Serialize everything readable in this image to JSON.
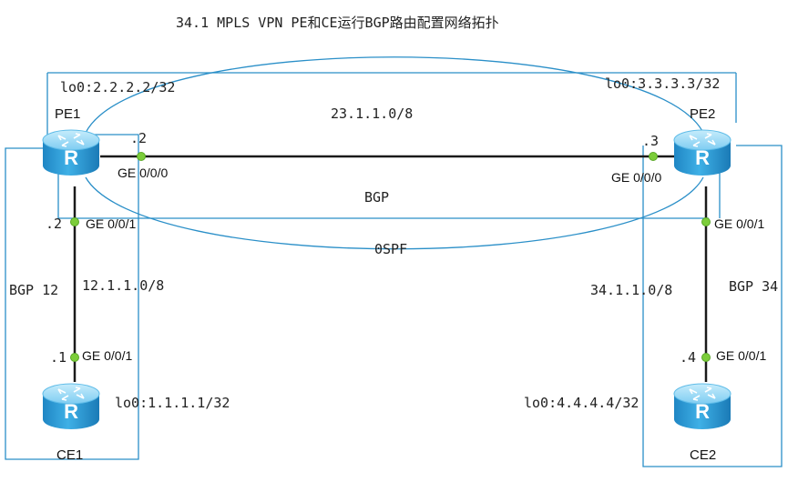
{
  "title": "34.1 MPLS VPN  PE和CE运行BGP路由配置网络拓扑",
  "devices": {
    "pe1": {
      "name": "PE1",
      "loopback": "lo0:2.2.2.2/32"
    },
    "pe2": {
      "name": "PE2",
      "loopback": "lo0:3.3.3.3/32"
    },
    "ce1": {
      "name": "CE1",
      "loopback": "lo0:1.1.1.1/32"
    },
    "ce2": {
      "name": "CE2",
      "loopback": "lo0:4.4.4.4/32"
    }
  },
  "links": {
    "pe1_pe2": {
      "network": "23.1.1.0/8",
      "pe1_host": ".2",
      "pe1_if": "GE 0/0/0",
      "pe2_host": ".3",
      "pe2_if": "GE 0/0/0"
    },
    "pe1_ce1": {
      "network": "12.1.1.0/8",
      "pe1_host": ".2",
      "pe1_if": "GE 0/0/1",
      "ce1_host": ".1",
      "ce1_if": "GE 0/0/1"
    },
    "pe2_ce2": {
      "network": "34.1.1.0/8",
      "pe2_if": "GE 0/0/1",
      "ce2_host": ".4",
      "ce2_if": "GE 0/0/1"
    }
  },
  "protocols": {
    "bgp_core": "BGP",
    "ospf": "0SPF",
    "bgp_left": "BGP 12",
    "bgp_right": "BGP 34"
  },
  "colors": {
    "router_body": "#2f9fd8",
    "router_top": "#8fd3f4",
    "link": "#1a1a1a",
    "area_line": "#2a8fc8",
    "port_dot": "#7ccd3a"
  }
}
